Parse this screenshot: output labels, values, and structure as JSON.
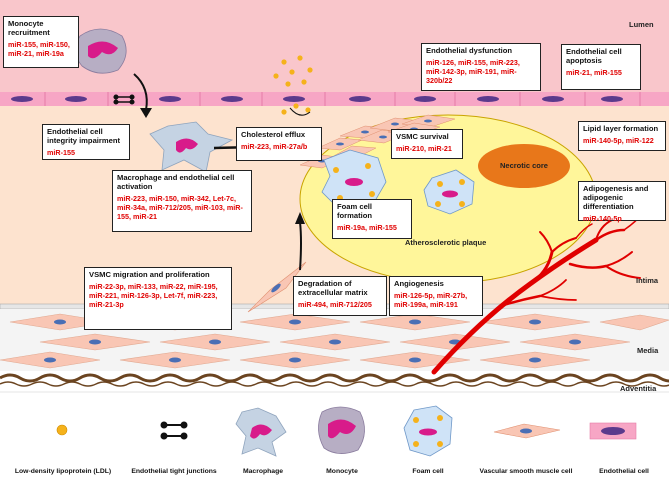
{
  "regions": {
    "lumen": "Lumen",
    "intima": "Intima",
    "media": "Media",
    "adventitia": "Adventitia",
    "necrotic_core": "Necrotic core",
    "plaque": "Atherosclerotic plaque"
  },
  "boxes": {
    "monocyte_recruitment": {
      "title": "Monocyte recruitment",
      "mirs": "miR-155, miR-150, miR-21, miR-19a"
    },
    "endothelial_integrity": {
      "title": "Endothelial cell integrity impairment",
      "mirs": "miR-155"
    },
    "cholesterol_efflux": {
      "title": "Cholesterol efflux",
      "mirs": "miR-223, miR-27a/b"
    },
    "endothelial_dysfunction": {
      "title": "Endothelial dysfunction",
      "mirs": "miR-126, miR-155, miR-223, miR-142-3p, miR-191, miR-320b/22"
    },
    "endothelial_apoptosis": {
      "title": "Endothelial cell apoptosis",
      "mirs": "miR-21, miR-155"
    },
    "vsmc_survival": {
      "title": "VSMC survival",
      "mirs": "miR-210, miR-21"
    },
    "lipid_layer": {
      "title": "Lipid layer formation",
      "mirs": "miR-140-5p, miR-122"
    },
    "adipogenesis": {
      "title": "Adipogenesis and adipogenic differentiation",
      "mirs": "miR-140-5p"
    },
    "macrophage_activation": {
      "title": "Macrophage and endothelial cell activation",
      "mirs": "miR-223, miR-150, miR-342, Let-7c, miR-34a, miR-712/205, miR-103, miR-155, miR-21"
    },
    "foam_cell": {
      "title": "Foam cell formation",
      "mirs": "miR-19a, miR-155"
    },
    "vsmc_migration": {
      "title": "VSMC migration and proliferation",
      "mirs": "miR-22-3p, miR-133, miR-22, miR-195, miR-221, miR-126-3p, Let-7f, miR-223, miR-21-3p"
    },
    "degradation": {
      "title": "Degradation of extracellular matrix",
      "mirs": "miR-494, miR-712/205"
    },
    "angiogenesis": {
      "title": "Angiogenesis",
      "mirs": "miR-126-5p, miR-27b, miR-199a, miR-191"
    }
  },
  "legend": [
    {
      "label": "Low-density lipoprotein (LDL)",
      "icon": "ldl-icon"
    },
    {
      "label": "Endothelial tight junctions",
      "icon": "tight-junction-icon"
    },
    {
      "label": "Macrophage",
      "icon": "macrophage-icon"
    },
    {
      "label": "Monocyte",
      "icon": "monocyte-icon"
    },
    {
      "label": "Foam cell",
      "icon": "foam-cell-icon"
    },
    {
      "label": "Vascular smooth muscle cell",
      "icon": "vsmc-icon"
    },
    {
      "label": "Endothelial cell",
      "icon": "endothelial-cell-icon"
    }
  ],
  "colors": {
    "lumen": "#f9c6cb",
    "intima": "#fde3cf",
    "plaque": "#fff69a",
    "necrotic": "#e8771a",
    "mirna": "#e00000",
    "vessel": "#e00000"
  }
}
